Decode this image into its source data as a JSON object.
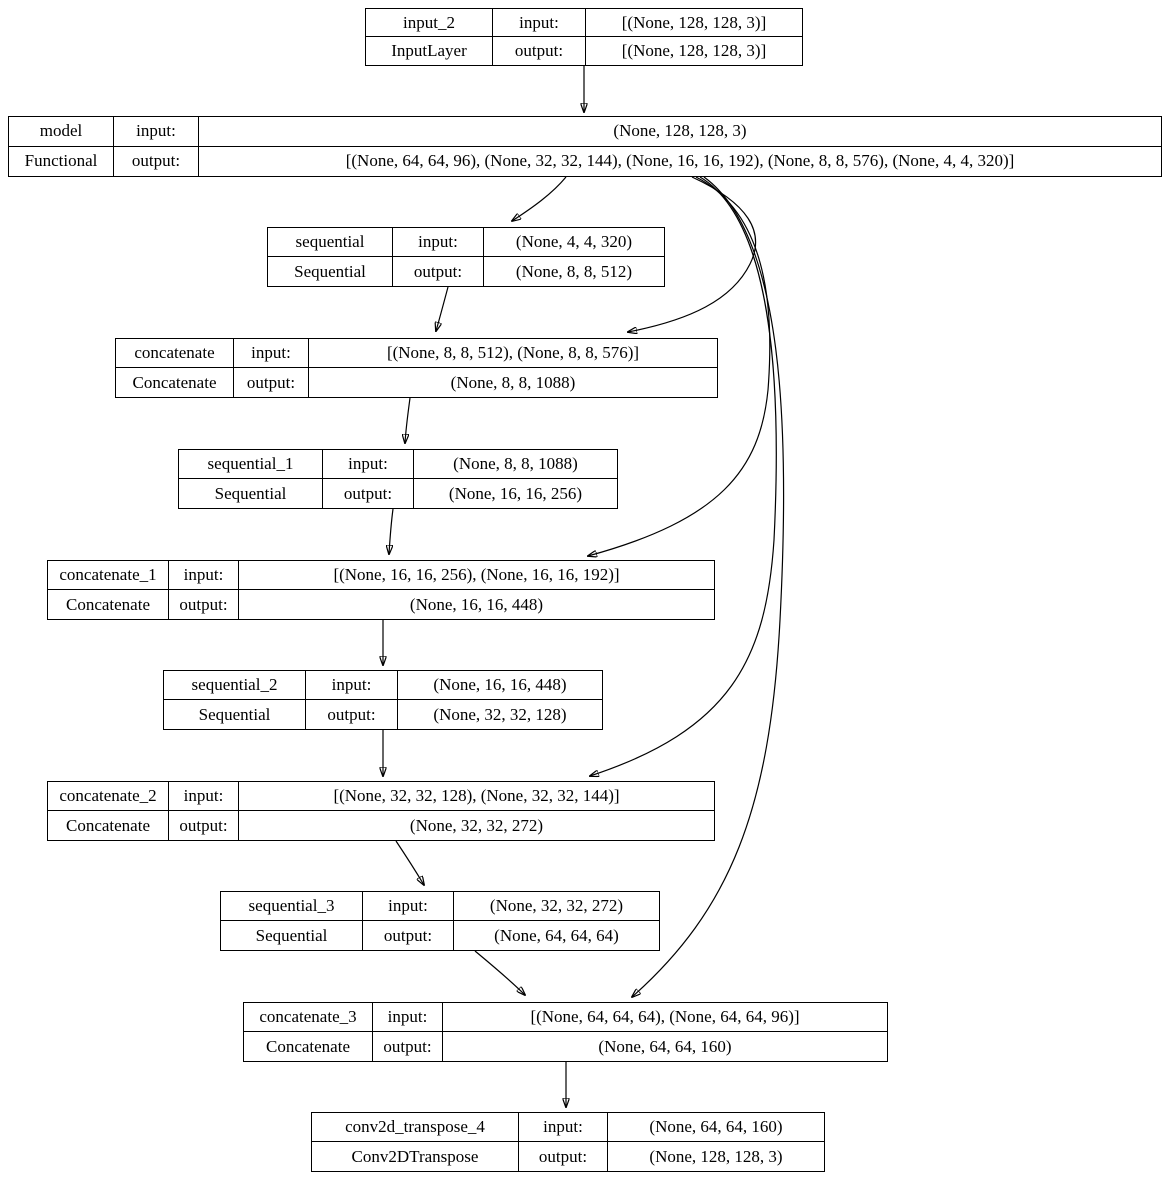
{
  "diagram": {
    "kind": "keras-model-graph",
    "colors": {
      "node_border": "#000000",
      "edge": "#000000",
      "background": "#ffffff",
      "text": "#000000"
    },
    "nodes": [
      {
        "name": "input_2",
        "type": "InputLayer",
        "input_label": "input:",
        "output_label": "output:",
        "input_shape": "[(None, 128, 128, 3)]",
        "output_shape": "[(None, 128, 128, 3)]"
      },
      {
        "name": "model",
        "type": "Functional",
        "input_label": "input:",
        "output_label": "output:",
        "input_shape": "(None, 128, 128, 3)",
        "output_shape": "[(None, 64, 64, 96), (None, 32, 32, 144), (None, 16, 16, 192), (None, 8, 8, 576), (None, 4, 4, 320)]"
      },
      {
        "name": "sequential",
        "type": "Sequential",
        "input_label": "input:",
        "output_label": "output:",
        "input_shape": "(None, 4, 4, 320)",
        "output_shape": "(None, 8, 8, 512)"
      },
      {
        "name": "concatenate",
        "type": "Concatenate",
        "input_label": "input:",
        "output_label": "output:",
        "input_shape": "[(None, 8, 8, 512), (None, 8, 8, 576)]",
        "output_shape": "(None, 8, 8, 1088)"
      },
      {
        "name": "sequential_1",
        "type": "Sequential",
        "input_label": "input:",
        "output_label": "output:",
        "input_shape": "(None, 8, 8, 1088)",
        "output_shape": "(None, 16, 16, 256)"
      },
      {
        "name": "concatenate_1",
        "type": "Concatenate",
        "input_label": "input:",
        "output_label": "output:",
        "input_shape": "[(None, 16, 16, 256), (None, 16, 16, 192)]",
        "output_shape": "(None, 16, 16, 448)"
      },
      {
        "name": "sequential_2",
        "type": "Sequential",
        "input_label": "input:",
        "output_label": "output:",
        "input_shape": "(None, 16, 16, 448)",
        "output_shape": "(None, 32, 32, 128)"
      },
      {
        "name": "concatenate_2",
        "type": "Concatenate",
        "input_label": "input:",
        "output_label": "output:",
        "input_shape": "[(None, 32, 32, 128), (None, 32, 32, 144)]",
        "output_shape": "(None, 32, 32, 272)"
      },
      {
        "name": "sequential_3",
        "type": "Sequential",
        "input_label": "input:",
        "output_label": "output:",
        "input_shape": "(None, 32, 32, 272)",
        "output_shape": "(None, 64, 64, 64)"
      },
      {
        "name": "concatenate_3",
        "type": "Concatenate",
        "input_label": "input:",
        "output_label": "output:",
        "input_shape": "[(None, 64, 64, 64), (None, 64, 64, 96)]",
        "output_shape": "(None, 64, 64, 160)"
      },
      {
        "name": "conv2d_transpose_4",
        "type": "Conv2DTranspose",
        "input_label": "input:",
        "output_label": "output:",
        "input_shape": "(None, 64, 64, 160)",
        "output_shape": "(None, 128, 128, 3)"
      }
    ],
    "edges": [
      {
        "from": "input_2",
        "to": "model"
      },
      {
        "from": "model",
        "to": "sequential"
      },
      {
        "from": "model",
        "to": "concatenate"
      },
      {
        "from": "sequential",
        "to": "concatenate"
      },
      {
        "from": "concatenate",
        "to": "sequential_1"
      },
      {
        "from": "model",
        "to": "concatenate_1"
      },
      {
        "from": "sequential_1",
        "to": "concatenate_1"
      },
      {
        "from": "concatenate_1",
        "to": "sequential_2"
      },
      {
        "from": "model",
        "to": "concatenate_2"
      },
      {
        "from": "sequential_2",
        "to": "concatenate_2"
      },
      {
        "from": "concatenate_2",
        "to": "sequential_3"
      },
      {
        "from": "model",
        "to": "concatenate_3"
      },
      {
        "from": "sequential_3",
        "to": "concatenate_3"
      },
      {
        "from": "concatenate_3",
        "to": "conv2d_transpose_4"
      }
    ]
  }
}
